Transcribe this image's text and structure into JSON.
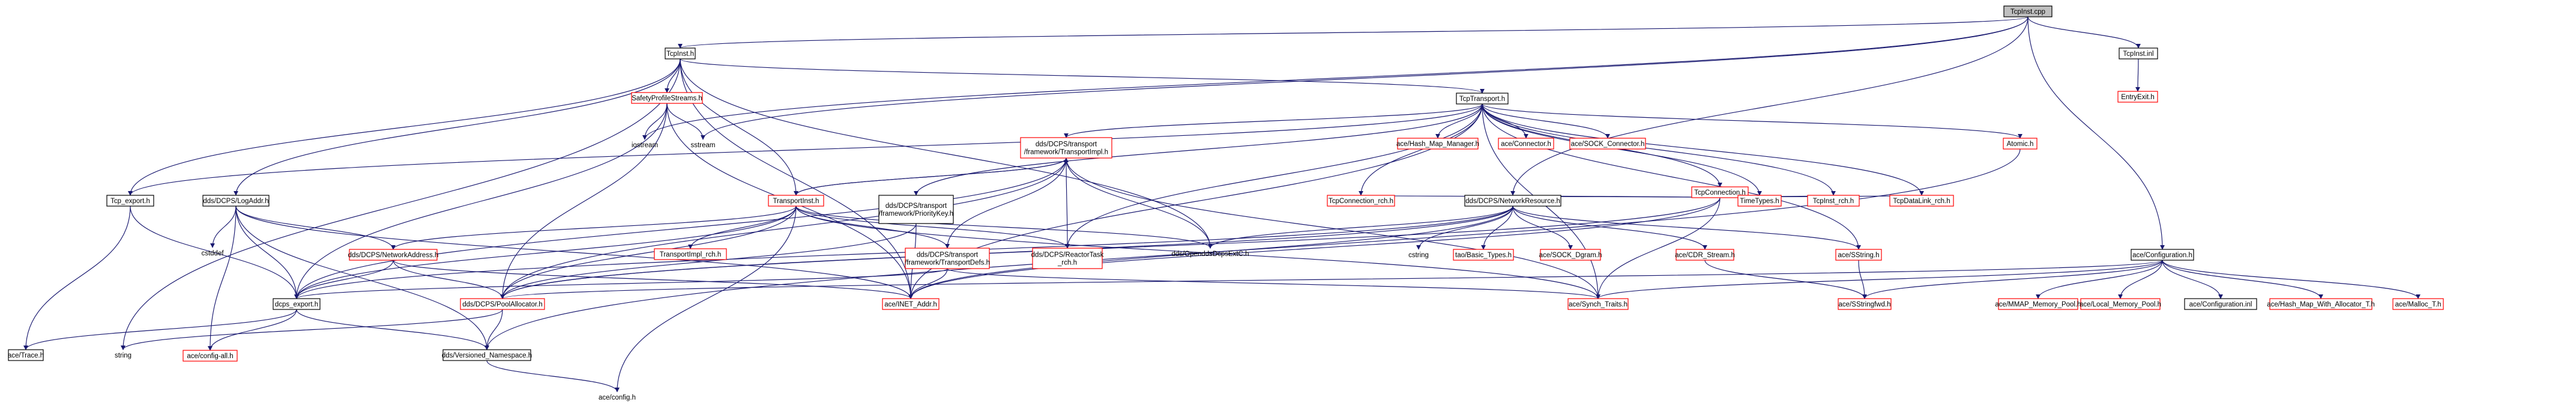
{
  "colors": {
    "edge": "#191970",
    "boxBorder": "#000000",
    "redBorder": "#ff0000",
    "rootFill": "#bfbfbf",
    "text": "#000000"
  },
  "nodes": [
    {
      "id": "root",
      "label": "TcpInst.cpp",
      "style": "root"
    },
    {
      "id": "tcpinst_h",
      "label": "TcpInst.h",
      "style": "black"
    },
    {
      "id": "tcpinst_inl",
      "label": "TcpInst.inl",
      "style": "black"
    },
    {
      "id": "entryexit",
      "label": "EntryExit.h",
      "style": "red"
    },
    {
      "id": "safety",
      "label": "SafetyProfileStreams.h",
      "style": "red"
    },
    {
      "id": "tcptransport",
      "label": "TcpTransport.h",
      "style": "black"
    },
    {
      "id": "iostream",
      "label": "iostream",
      "style": "plain"
    },
    {
      "id": "sstream",
      "label": "sstream",
      "style": "plain"
    },
    {
      "id": "hashmapmgr",
      "label": "ace/Hash_Map_Manager.h",
      "style": "red"
    },
    {
      "id": "connector",
      "label": "ace/Connector.h",
      "style": "red"
    },
    {
      "id": "sockconnector",
      "label": "ace/SOCK_Connector.h",
      "style": "red"
    },
    {
      "id": "atomic",
      "label": "Atomic.h",
      "style": "red"
    },
    {
      "id": "transportimpl",
      "label": [
        "dds/DCPS/transport",
        "/framework/TransportImpl.h"
      ],
      "style": "red"
    },
    {
      "id": "tcpexport",
      "label": "Tcp_export.h",
      "style": "black"
    },
    {
      "id": "logaddr",
      "label": "dds/DCPS/LogAddr.h",
      "style": "black"
    },
    {
      "id": "priokey",
      "label": [
        "dds/DCPS/transport",
        "/framework/PriorityKey.h"
      ],
      "style": "black"
    },
    {
      "id": "transportinst",
      "label": "TransportInst.h",
      "style": "red"
    },
    {
      "id": "tcpconnection",
      "label": "TcpConnection.h",
      "style": "red"
    },
    {
      "id": "tcpconn_rch",
      "label": "TcpConnection_rch.h",
      "style": "red"
    },
    {
      "id": "netres",
      "label": "dds/DCPS/NetworkResource.h",
      "style": "black"
    },
    {
      "id": "timetypes",
      "label": "TimeTypes.h",
      "style": "red"
    },
    {
      "id": "tcpinst_rch",
      "label": "TcpInst_rch.h",
      "style": "red"
    },
    {
      "id": "tcpdatalink",
      "label": "TcpDataLink_rch.h",
      "style": "red"
    },
    {
      "id": "cstddef",
      "label": "cstddef",
      "style": "plain"
    },
    {
      "id": "netaddr",
      "label": "dds/DCPS/NetworkAddress.h",
      "style": "red"
    },
    {
      "id": "timpl_rch",
      "label": "TransportImpl_rch.h",
      "style": "red"
    },
    {
      "id": "tdata",
      "label": [
        "dds/DCPS/transport",
        "/framework/TransportDefs.h"
      ],
      "style": "red"
    },
    {
      "id": "reactortask",
      "label": [
        "dds/DCPS/ReactorTask",
        "_rch.h"
      ],
      "style": "red"
    },
    {
      "id": "opendds",
      "label": "dds/OpenddsDcpsExtC.h",
      "style": "plain"
    },
    {
      "id": "cstring",
      "label": "cstring",
      "style": "plain"
    },
    {
      "id": "basictypes",
      "label": "tao/Basic_Types.h",
      "style": "red"
    },
    {
      "id": "sockdgram",
      "label": "ace/SOCK_Dgram.h",
      "style": "red"
    },
    {
      "id": "cdrstream",
      "label": "ace/CDR_Stream.h",
      "style": "red"
    },
    {
      "id": "sstring",
      "label": "ace/SString.h",
      "style": "red"
    },
    {
      "id": "configuration",
      "label": "ace/Configuration.h",
      "style": "black"
    },
    {
      "id": "dcpsexport",
      "label": "dcps_export.h",
      "style": "black"
    },
    {
      "id": "poolalloc",
      "label": "dds/DCPS/PoolAllocator.h",
      "style": "red"
    },
    {
      "id": "inetaddr",
      "label": "ace/INET_Addr.h",
      "style": "red"
    },
    {
      "id": "synchtraits",
      "label": "ace/Synch_Traits.h",
      "style": "red"
    },
    {
      "id": "sstringfwd",
      "label": "ace/SStringfwd.h",
      "style": "red"
    },
    {
      "id": "mmap",
      "label": "ace/MMAP_Memory_Pool.h",
      "style": "red"
    },
    {
      "id": "localmem",
      "label": "ace/Local_Memory_Pool.h",
      "style": "red"
    },
    {
      "id": "configinl",
      "label": "ace/Configuration.inl",
      "style": "black"
    },
    {
      "id": "hashalloc",
      "label": "ace/Hash_Map_With_Allocator_T.h",
      "style": "red"
    },
    {
      "id": "malloc",
      "label": "ace/Malloc_T.h",
      "style": "red"
    },
    {
      "id": "acetrace",
      "label": "ace/Trace.h",
      "style": "black"
    },
    {
      "id": "string",
      "label": "string",
      "style": "plain"
    },
    {
      "id": "configall",
      "label": "ace/config-all.h",
      "style": "red"
    },
    {
      "id": "versioned",
      "label": "dds/Versioned_Namespace.h",
      "style": "black"
    },
    {
      "id": "aceconfig",
      "label": "ace/config.h",
      "style": "plain"
    }
  ],
  "edges": [
    [
      "root",
      "tcpinst_h"
    ],
    [
      "root",
      "tcpinst_inl"
    ],
    [
      "root",
      "sstream"
    ],
    [
      "root",
      "iostream"
    ],
    [
      "root",
      "netres"
    ],
    [
      "root",
      "configuration"
    ],
    [
      "tcpinst_inl",
      "entryexit"
    ],
    [
      "tcpinst_h",
      "safety"
    ],
    [
      "tcpinst_h",
      "tcptransport"
    ],
    [
      "tcpinst_h",
      "tcpexport"
    ],
    [
      "tcpinst_h",
      "logaddr"
    ],
    [
      "tcpinst_h",
      "transportinst"
    ],
    [
      "tcpinst_h",
      "inetaddr"
    ],
    [
      "tcpinst_h",
      "string"
    ],
    [
      "tcpinst_h",
      "opendds"
    ],
    [
      "safety",
      "iostream"
    ],
    [
      "safety",
      "sstream"
    ],
    [
      "safety",
      "dcpsexport"
    ],
    [
      "safety",
      "poolalloc"
    ],
    [
      "safety",
      "inetaddr"
    ],
    [
      "tcptransport",
      "hashmapmgr"
    ],
    [
      "tcptransport",
      "connector"
    ],
    [
      "tcptransport",
      "sockconnector"
    ],
    [
      "tcptransport",
      "atomic"
    ],
    [
      "tcptransport",
      "transportimpl"
    ],
    [
      "tcptransport",
      "tcpexport"
    ],
    [
      "tcptransport",
      "priokey"
    ],
    [
      "tcptransport",
      "tcpconnection"
    ],
    [
      "tcptransport",
      "tcpconn_rch"
    ],
    [
      "tcptransport",
      "tcpinst_rch"
    ],
    [
      "tcptransport",
      "tcpdatalink"
    ],
    [
      "tcptransport",
      "timetypes"
    ],
    [
      "tcptransport",
      "sstring"
    ],
    [
      "tcptransport",
      "reactortask"
    ],
    [
      "tcptransport",
      "inetaddr"
    ],
    [
      "tcptransport",
      "synchtraits"
    ],
    [
      "atomic",
      "versioned"
    ],
    [
      "transportimpl",
      "transportinst"
    ],
    [
      "transportimpl",
      "tdata"
    ],
    [
      "transportimpl",
      "reactortask"
    ],
    [
      "transportimpl",
      "opendds"
    ],
    [
      "transportimpl",
      "poolalloc"
    ],
    [
      "transportimpl",
      "dcpsexport"
    ],
    [
      "transportimpl",
      "synchtraits"
    ],
    [
      "tcpexport",
      "acetrace"
    ],
    [
      "tcpexport",
      "dcpsexport"
    ],
    [
      "logaddr",
      "cstddef"
    ],
    [
      "logaddr",
      "netaddr"
    ],
    [
      "logaddr",
      "dcpsexport"
    ],
    [
      "logaddr",
      "configall"
    ],
    [
      "logaddr",
      "versioned"
    ],
    [
      "logaddr",
      "inetaddr"
    ],
    [
      "priokey",
      "inetaddr"
    ],
    [
      "priokey",
      "poolalloc"
    ],
    [
      "transportinst",
      "timpl_rch"
    ],
    [
      "transportinst",
      "tdata"
    ],
    [
      "transportinst",
      "netaddr"
    ],
    [
      "transportinst",
      "poolalloc"
    ],
    [
      "transportinst",
      "dcpsexport"
    ],
    [
      "transportinst",
      "opendds"
    ],
    [
      "transportinst",
      "aceconfig"
    ],
    [
      "transportinst",
      "synchtraits"
    ],
    [
      "transportinst",
      "transportimpl"
    ],
    [
      "transportinst",
      "reactortask"
    ],
    [
      "tcpconnection",
      "tcpconn_rch"
    ],
    [
      "tcpconnection",
      "timetypes"
    ],
    [
      "tcpconnection",
      "tcpinst_rch"
    ],
    [
      "tcpconnection",
      "tcpdatalink"
    ],
    [
      "tcpconnection",
      "netres"
    ],
    [
      "tcpconnection",
      "poolalloc"
    ],
    [
      "tcpconnection",
      "inetaddr"
    ],
    [
      "tcpconnection",
      "synchtraits"
    ],
    [
      "netres",
      "opendds"
    ],
    [
      "netres",
      "cstring"
    ],
    [
      "netres",
      "basictypes"
    ],
    [
      "netres",
      "sockdgram"
    ],
    [
      "netres",
      "cdrstream"
    ],
    [
      "netres",
      "sstring"
    ],
    [
      "netres",
      "poolalloc"
    ],
    [
      "netres",
      "dcpsexport"
    ],
    [
      "netres",
      "inetaddr"
    ],
    [
      "netaddr",
      "dcpsexport"
    ],
    [
      "netaddr",
      "poolalloc"
    ],
    [
      "netaddr",
      "inetaddr"
    ],
    [
      "tdata",
      "dcpsexport"
    ],
    [
      "tdata",
      "inetaddr"
    ],
    [
      "tdata",
      "synchtraits"
    ],
    [
      "cdrstream",
      "sstringfwd"
    ],
    [
      "sstring",
      "sstringfwd"
    ],
    [
      "configuration",
      "sstringfwd"
    ],
    [
      "configuration",
      "synchtraits"
    ],
    [
      "configuration",
      "mmap"
    ],
    [
      "configuration",
      "localmem"
    ],
    [
      "configuration",
      "configinl"
    ],
    [
      "configuration",
      "hashalloc"
    ],
    [
      "configuration",
      "malloc"
    ],
    [
      "configuration",
      "poolalloc"
    ],
    [
      "dcpsexport",
      "acetrace"
    ],
    [
      "dcpsexport",
      "configall"
    ],
    [
      "dcpsexport",
      "versioned"
    ],
    [
      "poolalloc",
      "string"
    ],
    [
      "poolalloc",
      "versioned"
    ],
    [
      "versioned",
      "aceconfig"
    ]
  ]
}
